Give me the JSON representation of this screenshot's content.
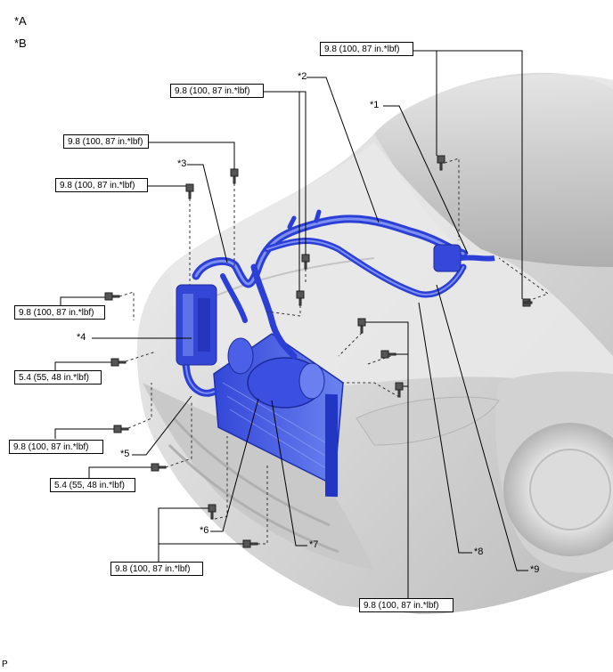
{
  "legend": {
    "a": "*A",
    "b": "*B"
  },
  "torque_labels": {
    "t1": "9.8 (100, 87 in.*lbf)",
    "t2": "9.8 (100, 87 in.*lbf)",
    "t3": "9.8 (100, 87 in.*lbf)",
    "t4": "9.8 (100, 87 in.*lbf)",
    "t5": "9.8 (100, 87 in.*lbf)",
    "t6": "5.4 (55, 48 in.*lbf)",
    "t7": "9.8 (100, 87 in.*lbf)",
    "t8": "5.4 (55, 48 in.*lbf)",
    "t9": "9.8 (100, 87 in.*lbf)",
    "t10": "9.8 (100, 87 in.*lbf)"
  },
  "callouts": {
    "c1": "*1",
    "c2": "*2",
    "c3": "*3",
    "c4": "*4",
    "c5": "*5",
    "c6": "*6",
    "c7": "*7",
    "c8": "*8",
    "c9": "*9"
  },
  "footer_code": "P",
  "colors": {
    "highlight": "#2b3fd6",
    "highlight_light": "#6f84f0",
    "body": "#d9d9d9",
    "line": "#000000"
  }
}
